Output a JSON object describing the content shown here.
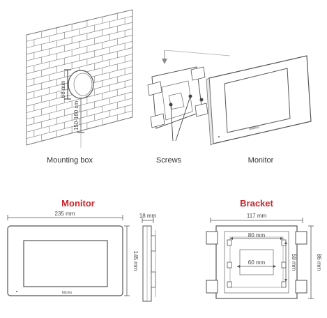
{
  "labels": {
    "mounting_box": "Mounting box",
    "screws": "Screws",
    "monitor": "Monitor"
  },
  "wall_dims": {
    "box_depth": "68 mm",
    "box_height": "150-160 cm"
  },
  "headings": {
    "monitor": "Monitor",
    "bracket": "Bracket"
  },
  "monitor_dims": {
    "width": "235 mm",
    "height": "145 mm",
    "depth": "18 mm"
  },
  "bracket_dims": {
    "width": "117 mm",
    "height": "86 mm",
    "inner_top": "80 mm",
    "inner_mid": "60 mm",
    "inner_vertical": "59 mm"
  },
  "brand": "bticino",
  "colors": {
    "accent": "#c8262c",
    "line": "#666666",
    "text": "#333333"
  }
}
